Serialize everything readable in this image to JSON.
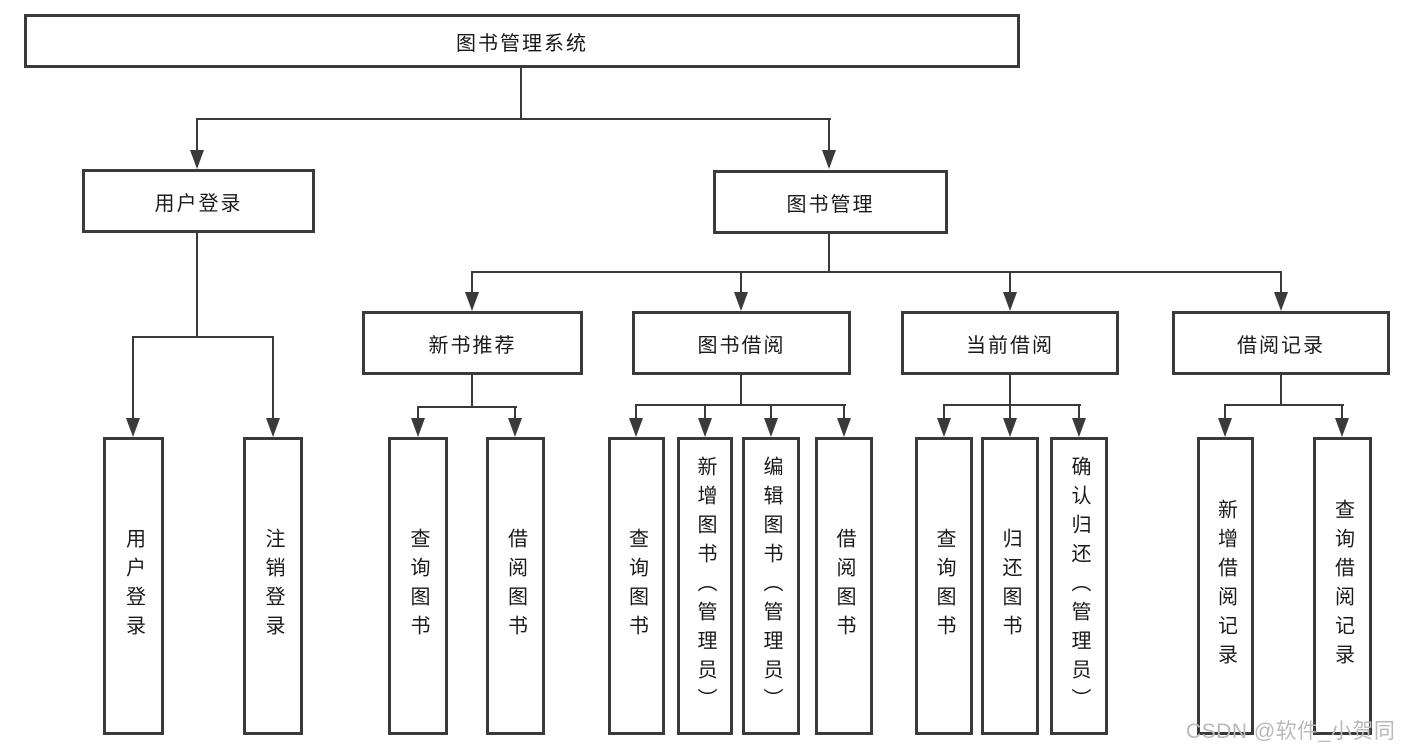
{
  "colors": {
    "line": "#3a3a3a",
    "text": "#1a1a1a",
    "box_background": "#ffffff",
    "page_background": "#ffffff",
    "watermark": "#b9b9b9"
  },
  "watermark": {
    "text": "CSDN @软件_小贺同学"
  },
  "nodes": {
    "root": {
      "label": "图书管理系统"
    },
    "user_login": {
      "label": "用户登录",
      "parent": "图书管理系统"
    },
    "book_mgmt": {
      "label": "图书管理",
      "parent": "图书管理系统"
    },
    "new_book_rec": {
      "label": "新书推荐",
      "parent": "图书管理"
    },
    "book_borrow": {
      "label": "图书借阅",
      "parent": "图书管理"
    },
    "current_borrow": {
      "label": "当前借阅",
      "parent": "图书管理"
    },
    "borrow_records": {
      "label": "借阅记录",
      "parent": "图书管理"
    }
  },
  "leaves": [
    {
      "parent": "用户登录",
      "label": "用户登录"
    },
    {
      "parent": "用户登录",
      "label": "注销登录"
    },
    {
      "parent": "新书推荐",
      "label": "查询图书"
    },
    {
      "parent": "新书推荐",
      "label": "借阅图书"
    },
    {
      "parent": "图书借阅",
      "label": "查询图书"
    },
    {
      "parent": "图书借阅",
      "label": "新增图书（管理员）"
    },
    {
      "parent": "图书借阅",
      "label": "编辑图书（管理员）"
    },
    {
      "parent": "图书借阅",
      "label": "借阅图书"
    },
    {
      "parent": "当前借阅",
      "label": "查询图书"
    },
    {
      "parent": "当前借阅",
      "label": "归还图书"
    },
    {
      "parent": "当前借阅",
      "label": "确认归还（管理员）"
    },
    {
      "parent": "借阅记录",
      "label": "新增借阅记录"
    },
    {
      "parent": "借阅记录",
      "label": "查询借阅记录"
    }
  ]
}
